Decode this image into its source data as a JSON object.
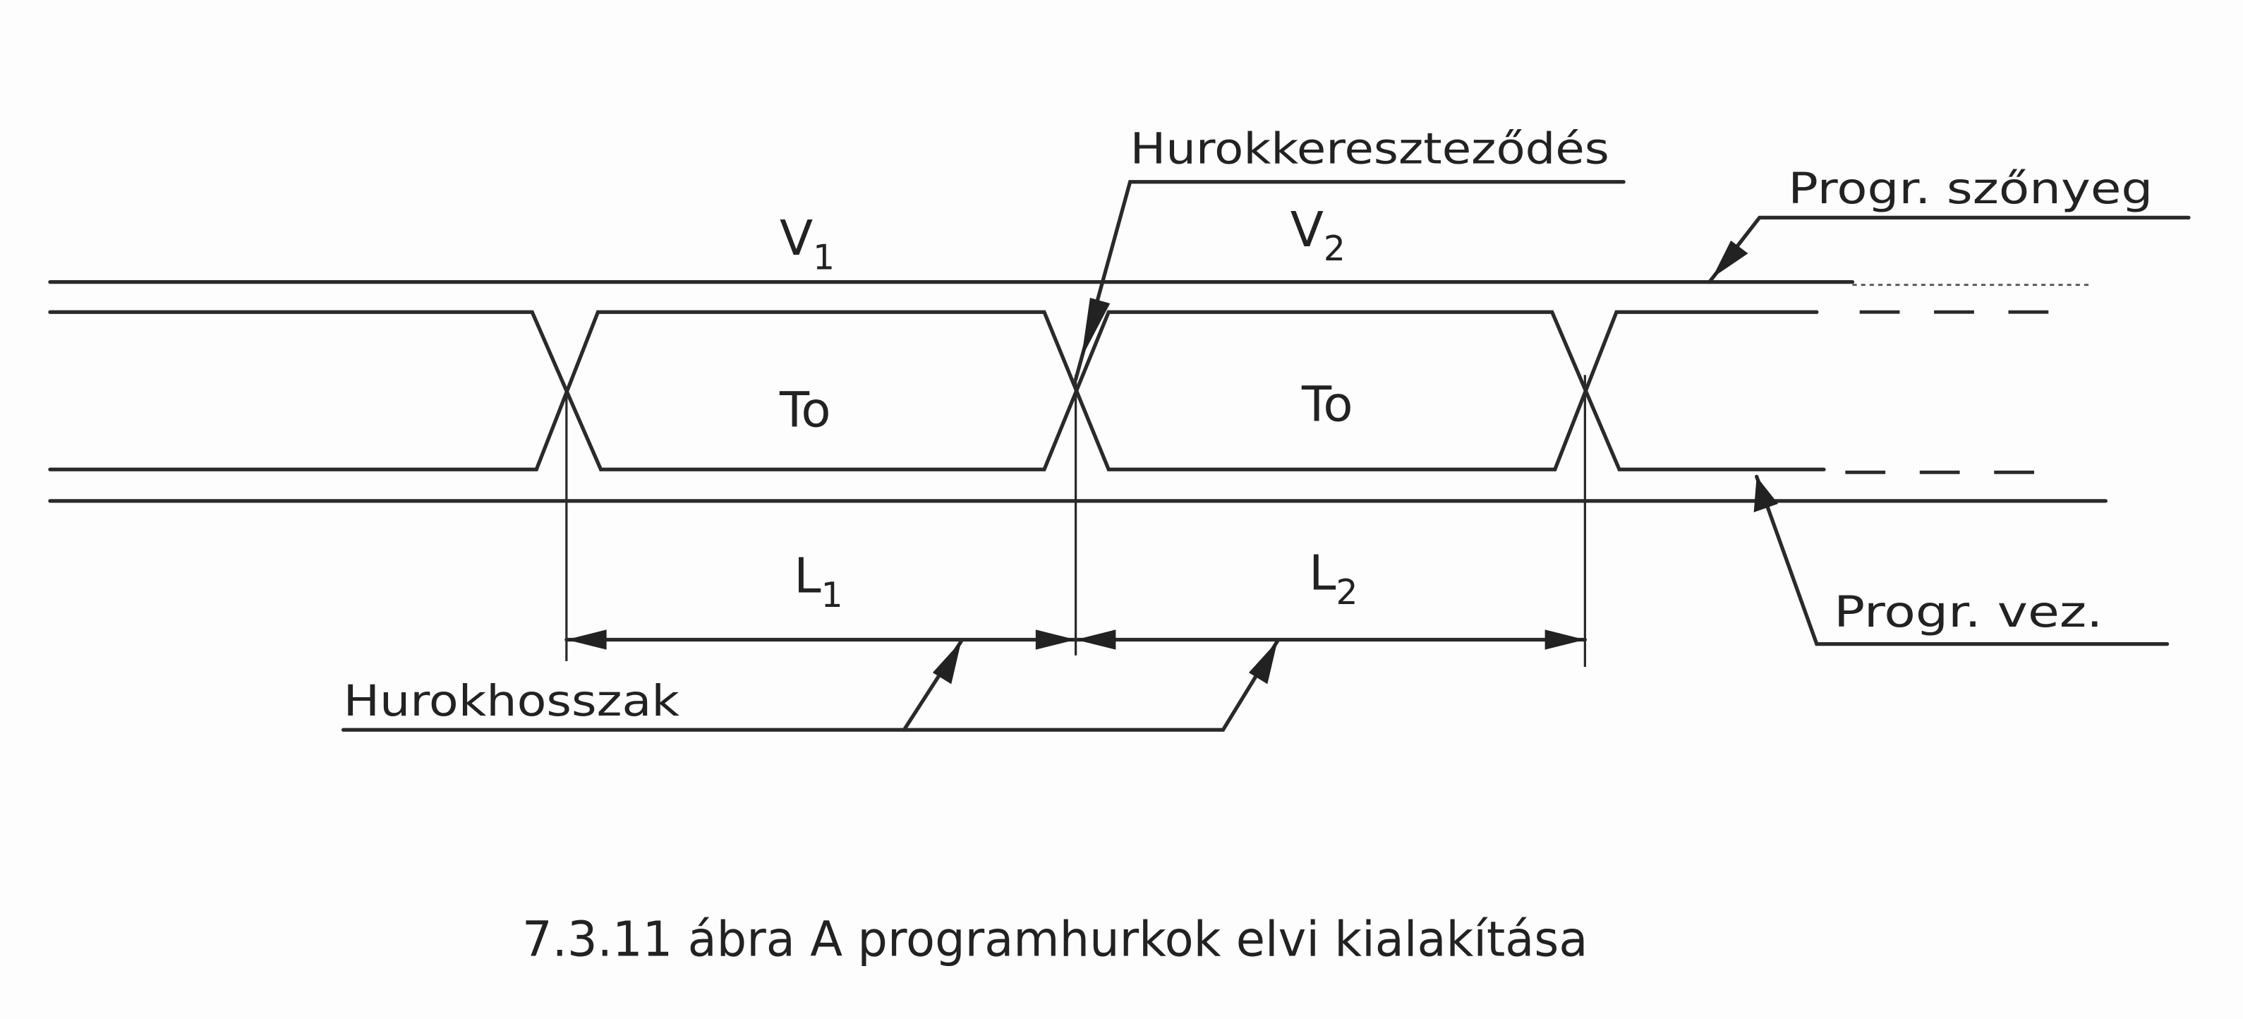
{
  "labels": {
    "crossing": "Hurokkereszteződés",
    "carpet": "Progr. szőnyeg",
    "wire": "Progr. vez.",
    "loop_lengths": "Hurokhosszak"
  },
  "symbols": {
    "v1": {
      "main": "V",
      "sub": "1"
    },
    "v2": {
      "main": "V",
      "sub": "2"
    },
    "t1": "To",
    "t2": "To",
    "l1": {
      "main": "L",
      "sub": "1"
    },
    "l2": {
      "main": "L",
      "sub": "2"
    }
  },
  "caption": "7.3.11 ábra A programhurkok elvi kialakítása",
  "colors": {
    "ink": "#2a2a2a",
    "paper": "#fdfdfd"
  }
}
